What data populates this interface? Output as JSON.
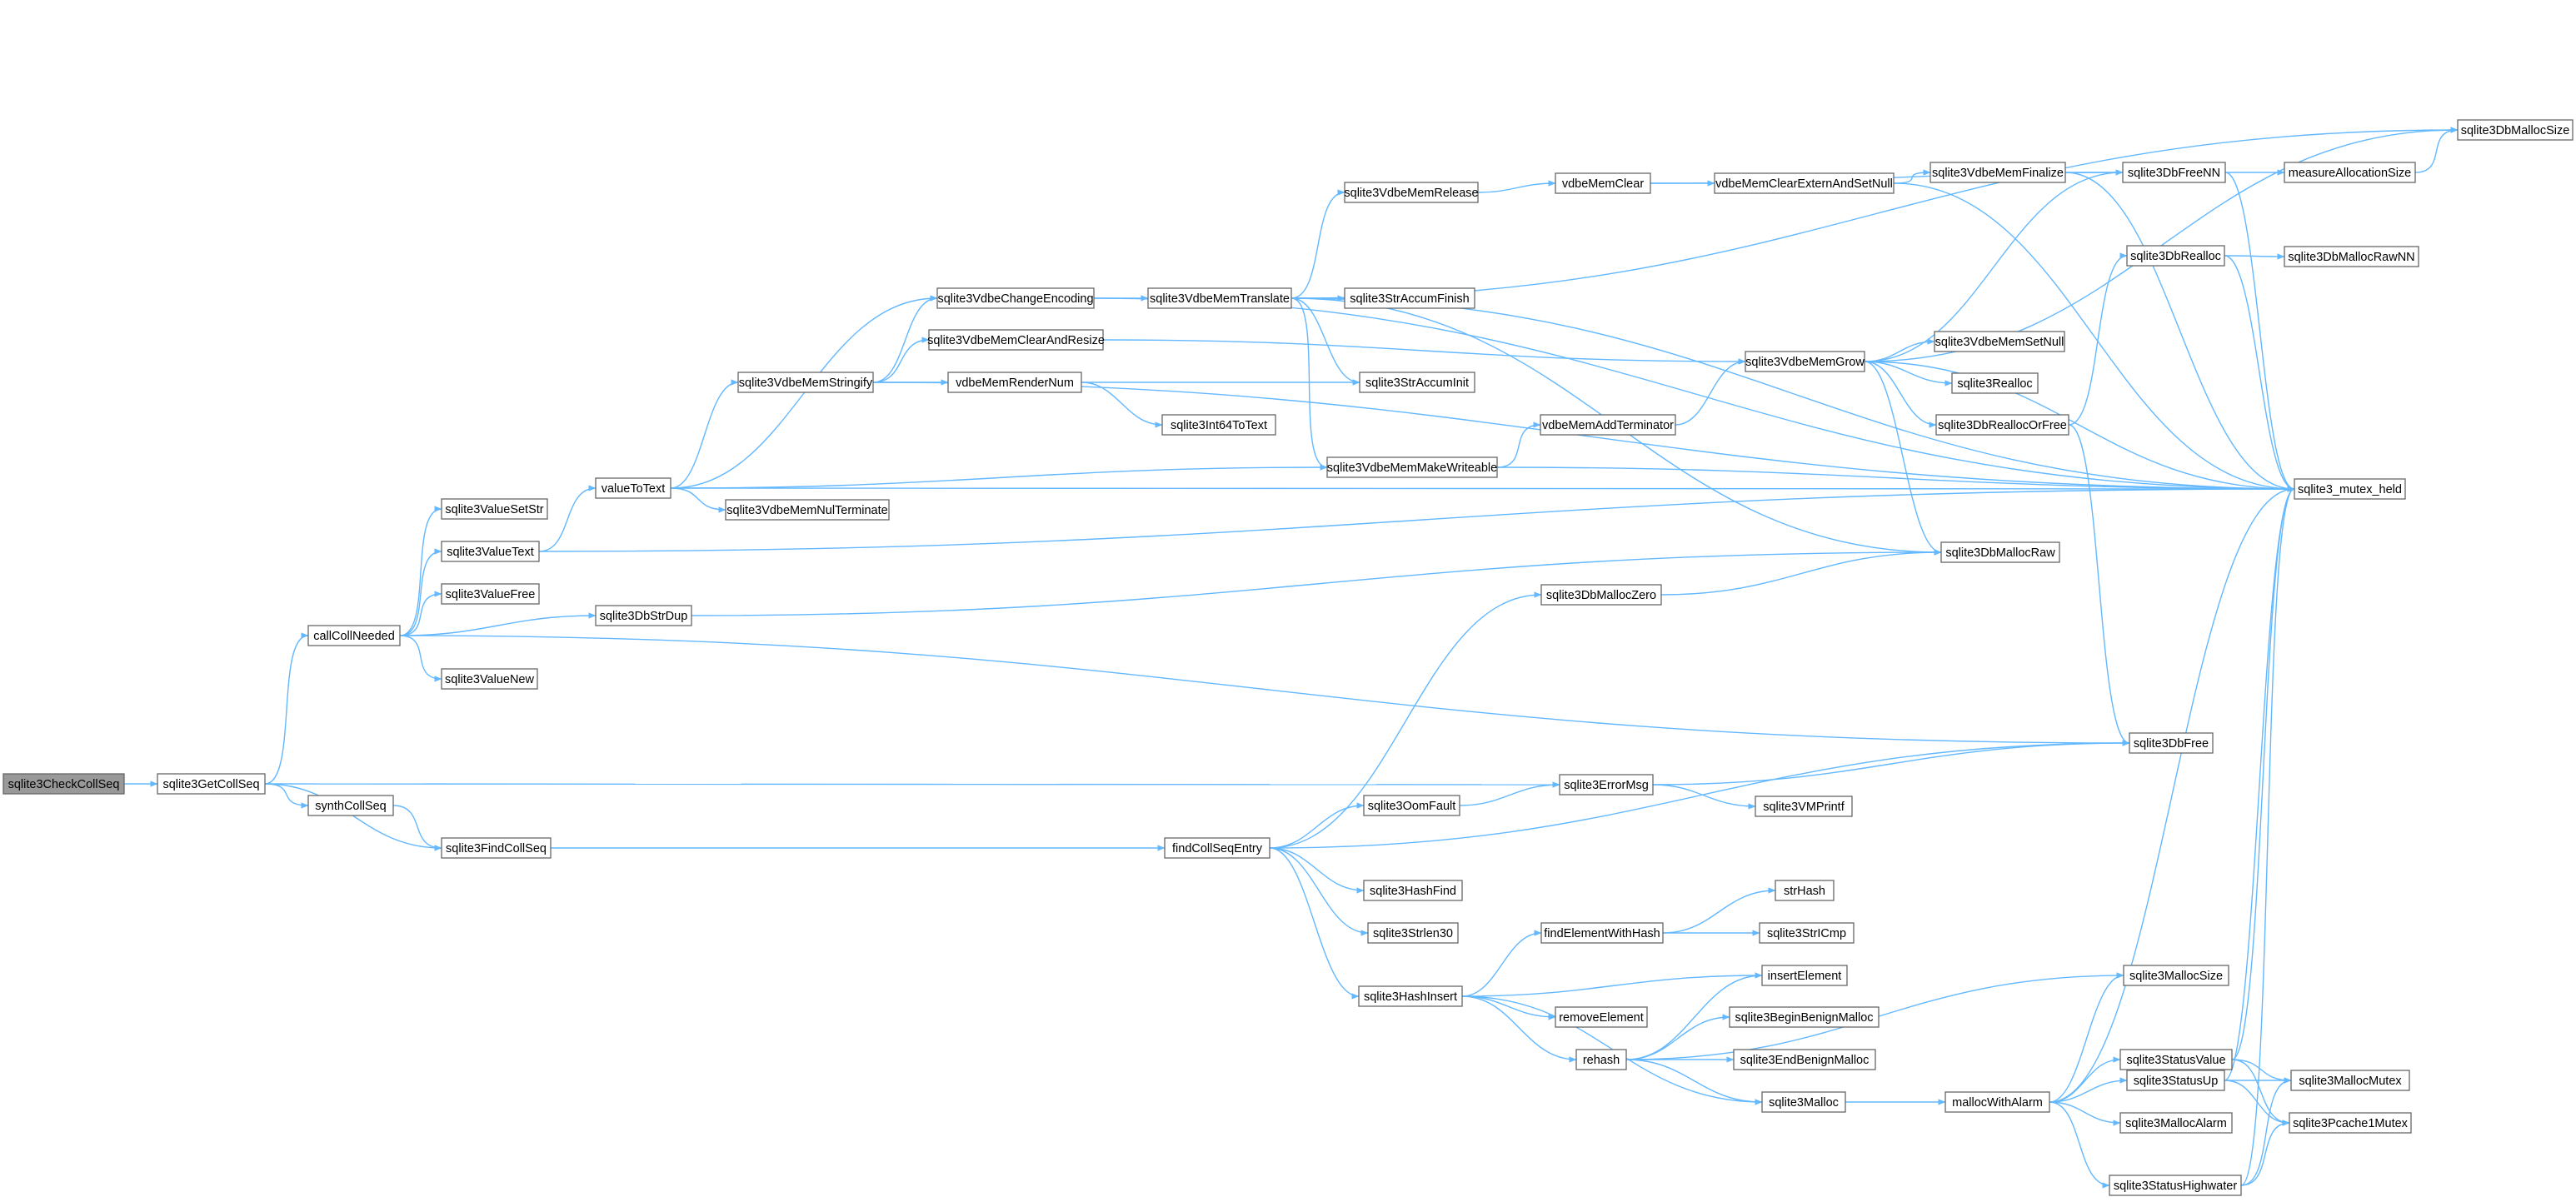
{
  "graph": {
    "colors": {
      "edge": "#63b8ff",
      "node_border": "#666666",
      "node_fill": "#ffffff",
      "root_fill": "#999999",
      "text": "#000000"
    },
    "root": "sqlite3CheckCollSeq",
    "nodes": [
      {
        "id": "sqlite3CheckCollSeq",
        "label": "sqlite3CheckCollSeq"
      },
      {
        "id": "sqlite3GetCollSeq",
        "label": "sqlite3GetCollSeq"
      },
      {
        "id": "callCollNeeded",
        "label": "callCollNeeded"
      },
      {
        "id": "synthCollSeq",
        "label": "synthCollSeq"
      },
      {
        "id": "sqlite3FindCollSeq",
        "label": "sqlite3FindCollSeq"
      },
      {
        "id": "sqlite3ValueSetStr",
        "label": "sqlite3ValueSetStr"
      },
      {
        "id": "sqlite3ValueText",
        "label": "sqlite3ValueText"
      },
      {
        "id": "sqlite3ValueFree",
        "label": "sqlite3ValueFree"
      },
      {
        "id": "sqlite3ValueNew",
        "label": "sqlite3ValueNew"
      },
      {
        "id": "valueToText",
        "label": "valueToText"
      },
      {
        "id": "sqlite3DbStrDup",
        "label": "sqlite3DbStrDup"
      },
      {
        "id": "sqlite3VdbeMemStringify",
        "label": "sqlite3VdbeMemStringify"
      },
      {
        "id": "sqlite3VdbeMemNulTerminate",
        "label": "sqlite3VdbeMemNulTerminate"
      },
      {
        "id": "sqlite3VdbeChangeEncoding",
        "label": "sqlite3VdbeChangeEncoding"
      },
      {
        "id": "sqlite3VdbeMemClearAndResize",
        "label": "sqlite3VdbeMemClearAndResize"
      },
      {
        "id": "vdbeMemRenderNum",
        "label": "vdbeMemRenderNum"
      },
      {
        "id": "sqlite3Int64ToText",
        "label": "sqlite3Int64ToText"
      },
      {
        "id": "sqlite3VdbeMemTranslate",
        "label": "sqlite3VdbeMemTranslate"
      },
      {
        "id": "sqlite3VdbeMemRelease",
        "label": "sqlite3VdbeMemRelease"
      },
      {
        "id": "sqlite3StrAccumFinish",
        "label": "sqlite3StrAccumFinish"
      },
      {
        "id": "sqlite3StrAccumInit",
        "label": "sqlite3StrAccumInit"
      },
      {
        "id": "sqlite3VdbeMemMakeWriteable",
        "label": "sqlite3VdbeMemMakeWriteable"
      },
      {
        "id": "vdbeMemClear",
        "label": "vdbeMemClear"
      },
      {
        "id": "vdbeMemClearExternAndSetNull",
        "label": "vdbeMemClearExternAndSetNull"
      },
      {
        "id": "vdbeMemAddTerminator",
        "label": "vdbeMemAddTerminator"
      },
      {
        "id": "sqlite3VdbeMemFinalize",
        "label": "sqlite3VdbeMemFinalize"
      },
      {
        "id": "sqlite3VdbeMemGrow",
        "label": "sqlite3VdbeMemGrow"
      },
      {
        "id": "sqlite3VdbeMemSetNull",
        "label": "sqlite3VdbeMemSetNull"
      },
      {
        "id": "sqlite3Realloc",
        "label": "sqlite3Realloc"
      },
      {
        "id": "sqlite3DbReallocOrFree",
        "label": "sqlite3DbReallocOrFree"
      },
      {
        "id": "sqlite3DbFreeNN",
        "label": "sqlite3DbFreeNN"
      },
      {
        "id": "sqlite3DbRealloc",
        "label": "sqlite3DbRealloc"
      },
      {
        "id": "measureAllocationSize",
        "label": "measureAllocationSize"
      },
      {
        "id": "sqlite3DbMallocSize",
        "label": "sqlite3DbMallocSize"
      },
      {
        "id": "sqlite3DbMallocRawNN",
        "label": "sqlite3DbMallocRawNN"
      },
      {
        "id": "sqlite3_mutex_held",
        "label": "sqlite3_mutex_held"
      },
      {
        "id": "sqlite3DbMallocRaw",
        "label": "sqlite3DbMallocRaw"
      },
      {
        "id": "sqlite3DbMallocZero",
        "label": "sqlite3DbMallocZero"
      },
      {
        "id": "sqlite3DbFree",
        "label": "sqlite3DbFree"
      },
      {
        "id": "sqlite3ErrorMsg",
        "label": "sqlite3ErrorMsg"
      },
      {
        "id": "sqlite3OomFault",
        "label": "sqlite3OomFault"
      },
      {
        "id": "sqlite3VMPrintf",
        "label": "sqlite3VMPrintf"
      },
      {
        "id": "findCollSeqEntry",
        "label": "findCollSeqEntry"
      },
      {
        "id": "sqlite3HashFind",
        "label": "sqlite3HashFind"
      },
      {
        "id": "sqlite3Strlen30",
        "label": "sqlite3Strlen30"
      },
      {
        "id": "sqlite3HashInsert",
        "label": "sqlite3HashInsert"
      },
      {
        "id": "findElementWithHash",
        "label": "findElementWithHash"
      },
      {
        "id": "strHash",
        "label": "strHash"
      },
      {
        "id": "sqlite3StrICmp",
        "label": "sqlite3StrICmp"
      },
      {
        "id": "insertElement",
        "label": "insertElement"
      },
      {
        "id": "removeElement",
        "label": "removeElement"
      },
      {
        "id": "sqlite3BeginBenignMalloc",
        "label": "sqlite3BeginBenignMalloc"
      },
      {
        "id": "rehash",
        "label": "rehash"
      },
      {
        "id": "sqlite3EndBenignMalloc",
        "label": "sqlite3EndBenignMalloc"
      },
      {
        "id": "sqlite3Malloc",
        "label": "sqlite3Malloc"
      },
      {
        "id": "mallocWithAlarm",
        "label": "mallocWithAlarm"
      },
      {
        "id": "sqlite3MallocSize",
        "label": "sqlite3MallocSize"
      },
      {
        "id": "sqlite3StatusValue",
        "label": "sqlite3StatusValue"
      },
      {
        "id": "sqlite3StatusUp",
        "label": "sqlite3StatusUp"
      },
      {
        "id": "sqlite3MallocAlarm",
        "label": "sqlite3MallocAlarm"
      },
      {
        "id": "sqlite3StatusHighwater",
        "label": "sqlite3StatusHighwater"
      },
      {
        "id": "sqlite3MallocMutex",
        "label": "sqlite3MallocMutex"
      },
      {
        "id": "sqlite3Pcache1Mutex",
        "label": "sqlite3Pcache1Mutex"
      }
    ],
    "edges": [
      [
        "sqlite3CheckCollSeq",
        "sqlite3GetCollSeq"
      ],
      [
        "sqlite3GetCollSeq",
        "callCollNeeded"
      ],
      [
        "sqlite3GetCollSeq",
        "synthCollSeq"
      ],
      [
        "sqlite3GetCollSeq",
        "sqlite3FindCollSeq"
      ],
      [
        "sqlite3GetCollSeq",
        "sqlite3ErrorMsg"
      ],
      [
        "synthCollSeq",
        "sqlite3FindCollSeq"
      ],
      [
        "sqlite3FindCollSeq",
        "findCollSeqEntry"
      ],
      [
        "callCollNeeded",
        "sqlite3ValueSetStr"
      ],
      [
        "callCollNeeded",
        "sqlite3ValueText"
      ],
      [
        "callCollNeeded",
        "sqlite3ValueFree"
      ],
      [
        "callCollNeeded",
        "sqlite3ValueNew"
      ],
      [
        "callCollNeeded",
        "sqlite3DbStrDup"
      ],
      [
        "callCollNeeded",
        "sqlite3DbFree"
      ],
      [
        "sqlite3ValueText",
        "valueToText"
      ],
      [
        "sqlite3ValueText",
        "sqlite3_mutex_held"
      ],
      [
        "valueToText",
        "sqlite3VdbeChangeEncoding"
      ],
      [
        "valueToText",
        "sqlite3VdbeMemStringify"
      ],
      [
        "valueToText",
        "sqlite3VdbeMemNulTerminate"
      ],
      [
        "valueToText",
        "sqlite3VdbeMemMakeWriteable"
      ],
      [
        "valueToText",
        "sqlite3_mutex_held"
      ],
      [
        "sqlite3DbStrDup",
        "sqlite3DbMallocRaw"
      ],
      [
        "sqlite3VdbeMemStringify",
        "sqlite3VdbeChangeEncoding"
      ],
      [
        "sqlite3VdbeMemStringify",
        "sqlite3VdbeMemClearAndResize"
      ],
      [
        "sqlite3VdbeMemStringify",
        "vdbeMemRenderNum"
      ],
      [
        "sqlite3VdbeMemStringify",
        "sqlite3_mutex_held"
      ],
      [
        "sqlite3VdbeChangeEncoding",
        "sqlite3VdbeMemTranslate"
      ],
      [
        "sqlite3VdbeChangeEncoding",
        "sqlite3_mutex_held"
      ],
      [
        "sqlite3VdbeMemClearAndResize",
        "sqlite3VdbeMemGrow"
      ],
      [
        "vdbeMemRenderNum",
        "sqlite3StrAccumInit"
      ],
      [
        "vdbeMemRenderNum",
        "sqlite3Int64ToText"
      ],
      [
        "sqlite3VdbeMemTranslate",
        "sqlite3VdbeMemRelease"
      ],
      [
        "sqlite3VdbeMemTranslate",
        "sqlite3StrAccumFinish"
      ],
      [
        "sqlite3VdbeMemTranslate",
        "sqlite3StrAccumInit"
      ],
      [
        "sqlite3VdbeMemTranslate",
        "sqlite3VdbeMemMakeWriteable"
      ],
      [
        "sqlite3VdbeMemTranslate",
        "sqlite3DbMallocRaw"
      ],
      [
        "sqlite3VdbeMemTranslate",
        "sqlite3DbMallocSize"
      ],
      [
        "sqlite3VdbeMemTranslate",
        "sqlite3_mutex_held"
      ],
      [
        "sqlite3VdbeMemRelease",
        "vdbeMemClear"
      ],
      [
        "vdbeMemClear",
        "vdbeMemClearExternAndSetNull"
      ],
      [
        "vdbeMemClear",
        "sqlite3DbFreeNN"
      ],
      [
        "vdbeMemClearExternAndSetNull",
        "sqlite3VdbeMemFinalize"
      ],
      [
        "vdbeMemClearExternAndSetNull",
        "sqlite3_mutex_held"
      ],
      [
        "sqlite3VdbeMemFinalize",
        "sqlite3DbFreeNN"
      ],
      [
        "sqlite3VdbeMemFinalize",
        "sqlite3_mutex_held"
      ],
      [
        "sqlite3VdbeMemMakeWriteable",
        "vdbeMemAddTerminator"
      ],
      [
        "sqlite3VdbeMemMakeWriteable",
        "sqlite3_mutex_held"
      ],
      [
        "vdbeMemAddTerminator",
        "sqlite3VdbeMemGrow"
      ],
      [
        "sqlite3VdbeMemGrow",
        "sqlite3VdbeMemSetNull"
      ],
      [
        "sqlite3VdbeMemGrow",
        "sqlite3Realloc"
      ],
      [
        "sqlite3VdbeMemGrow",
        "sqlite3DbReallocOrFree"
      ],
      [
        "sqlite3VdbeMemGrow",
        "sqlite3DbFreeNN"
      ],
      [
        "sqlite3VdbeMemGrow",
        "sqlite3DbMallocRaw"
      ],
      [
        "sqlite3VdbeMemGrow",
        "sqlite3DbMallocSize"
      ],
      [
        "sqlite3VdbeMemGrow",
        "sqlite3_mutex_held"
      ],
      [
        "sqlite3DbReallocOrFree",
        "sqlite3DbRealloc"
      ],
      [
        "sqlite3DbReallocOrFree",
        "sqlite3DbFree"
      ],
      [
        "sqlite3DbRealloc",
        "sqlite3DbMallocRawNN"
      ],
      [
        "sqlite3DbRealloc",
        "sqlite3_mutex_held"
      ],
      [
        "sqlite3DbFreeNN",
        "measureAllocationSize"
      ],
      [
        "sqlite3DbFreeNN",
        "sqlite3_mutex_held"
      ],
      [
        "measureAllocationSize",
        "sqlite3DbMallocSize"
      ],
      [
        "sqlite3DbMallocZero",
        "sqlite3DbMallocRaw"
      ],
      [
        "sqlite3ErrorMsg",
        "sqlite3DbFree"
      ],
      [
        "sqlite3ErrorMsg",
        "sqlite3VMPrintf"
      ],
      [
        "sqlite3OomFault",
        "sqlite3ErrorMsg"
      ],
      [
        "findCollSeqEntry",
        "sqlite3DbMallocZero"
      ],
      [
        "findCollSeqEntry",
        "sqlite3OomFault"
      ],
      [
        "findCollSeqEntry",
        "sqlite3DbFree"
      ],
      [
        "findCollSeqEntry",
        "sqlite3HashFind"
      ],
      [
        "findCollSeqEntry",
        "sqlite3Strlen30"
      ],
      [
        "findCollSeqEntry",
        "sqlite3HashInsert"
      ],
      [
        "sqlite3HashInsert",
        "findElementWithHash"
      ],
      [
        "sqlite3HashInsert",
        "insertElement"
      ],
      [
        "sqlite3HashInsert",
        "removeElement"
      ],
      [
        "sqlite3HashInsert",
        "rehash"
      ],
      [
        "sqlite3HashInsert",
        "sqlite3Malloc"
      ],
      [
        "findElementWithHash",
        "strHash"
      ],
      [
        "findElementWithHash",
        "sqlite3StrICmp"
      ],
      [
        "rehash",
        "insertElement"
      ],
      [
        "rehash",
        "sqlite3BeginBenignMalloc"
      ],
      [
        "rehash",
        "sqlite3EndBenignMalloc"
      ],
      [
        "rehash",
        "sqlite3MallocSize"
      ],
      [
        "rehash",
        "sqlite3Malloc"
      ],
      [
        "sqlite3Malloc",
        "mallocWithAlarm"
      ],
      [
        "mallocWithAlarm",
        "sqlite3MallocSize"
      ],
      [
        "mallocWithAlarm",
        "sqlite3StatusValue"
      ],
      [
        "mallocWithAlarm",
        "sqlite3StatusUp"
      ],
      [
        "mallocWithAlarm",
        "sqlite3MallocAlarm"
      ],
      [
        "mallocWithAlarm",
        "sqlite3StatusHighwater"
      ],
      [
        "mallocWithAlarm",
        "sqlite3_mutex_held"
      ],
      [
        "sqlite3StatusValue",
        "sqlite3MallocMutex"
      ],
      [
        "sqlite3StatusValue",
        "sqlite3Pcache1Mutex"
      ],
      [
        "sqlite3StatusValue",
        "sqlite3_mutex_held"
      ],
      [
        "sqlite3StatusUp",
        "sqlite3MallocMutex"
      ],
      [
        "sqlite3StatusUp",
        "sqlite3Pcache1Mutex"
      ],
      [
        "sqlite3StatusUp",
        "sqlite3_mutex_held"
      ],
      [
        "sqlite3StatusHighwater",
        "sqlite3MallocMutex"
      ],
      [
        "sqlite3StatusHighwater",
        "sqlite3Pcache1Mutex"
      ],
      [
        "sqlite3StatusHighwater",
        "sqlite3_mutex_held"
      ]
    ]
  }
}
